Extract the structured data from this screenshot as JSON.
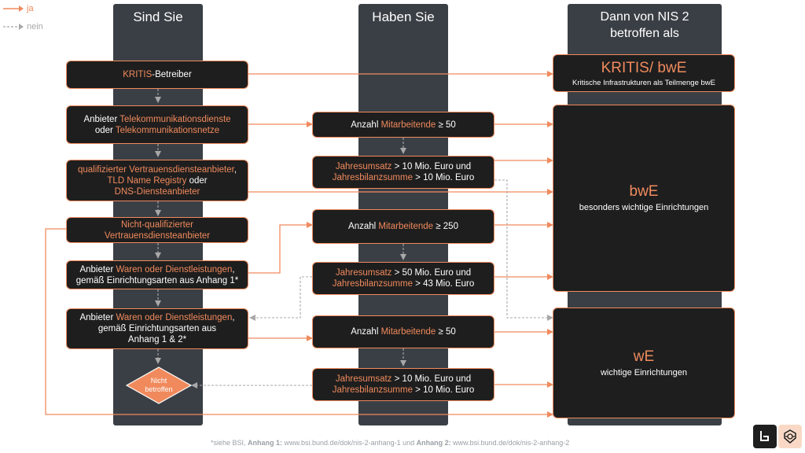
{
  "legend": {
    "yes": "ja",
    "no": "nein"
  },
  "columns": {
    "sind": "Sind Sie",
    "haben": "Haben Sie",
    "dann_l1": "Dann von NIS 2",
    "dann_l2": "betroffen als"
  },
  "left": {
    "kritis_hl": "KRITIS",
    "kritis_rest": "-Betreiber",
    "tele_pre": "Anbieter ",
    "tele_hl1": "Telekommunikationsdienste",
    "tele_mid": "oder ",
    "tele_hl2": "Telekommunikationsnetze",
    "qv_hl1": "qualifizierter Vertrauensdiensteanbieter",
    "qv_c1": ",",
    "qv_hl2": "TLD Name Registry",
    "qv_c2": " oder",
    "qv_hl3": "DNS-Diensteanbieter",
    "nq_hl1": "Nicht-qualifizierter",
    "nq_hl2": "Vertrauensdiensteanbieter",
    "a1_pre": "Anbieter ",
    "a1_hl": "Waren oder Dienstleistungen",
    "a1_rest": ",",
    "a1_l2": "gemäß Einrichtungsarten aus Anhang 1*",
    "a2_pre": "Anbieter ",
    "a2_hl": "Waren oder Dienstleistungen",
    "a2_rest": ",",
    "a2_l2": "gemäß Einrichtungsarten aus",
    "a2_l3": "Anhang 1 & 2*",
    "nicht_l1": "Nicht",
    "nicht_l2": "betroffen"
  },
  "middle": {
    "anzahl": "Anzahl ",
    "mitarbeitende": "Mitarbeitende",
    "ge50": " ≥ 50",
    "ge250": " ≥ 250",
    "jahresumsatz": "Jahresumsatz",
    "jahresbilanzsumme": "Jahresbilanzsumme",
    "gt10": " > 10 Mio. Euro und",
    "gt10b": " > 10 Mio. Euro",
    "gt50": " > 50 Mio. Euro und",
    "gt43": " > 43 Mio. Euro"
  },
  "right": {
    "kritis_title": "KRITIS/ bwE",
    "kritis_sub": "Kritische Infrastrukturen als Teilmenge bwE",
    "bwe_title": "bwE",
    "bwe_sub": "besonders wichtige Einrichtungen",
    "we_title": "wE",
    "we_sub": "wichtige Einrichtungen"
  },
  "footer": {
    "pre": "*siehe BSI, ",
    "a1": "Anhang 1:",
    "url1": " www.bsi.bund.de/dok/nis-2-anhang-1 und ",
    "a2": "Anhang 2:",
    "url2": " www.bsi.bund.de/dok/nis-2-anhang-2"
  },
  "colors": {
    "accent": "#f08a5d",
    "box": "#1e1e1e",
    "column": "#3a3f45",
    "dashed": "#a8a8a8"
  }
}
